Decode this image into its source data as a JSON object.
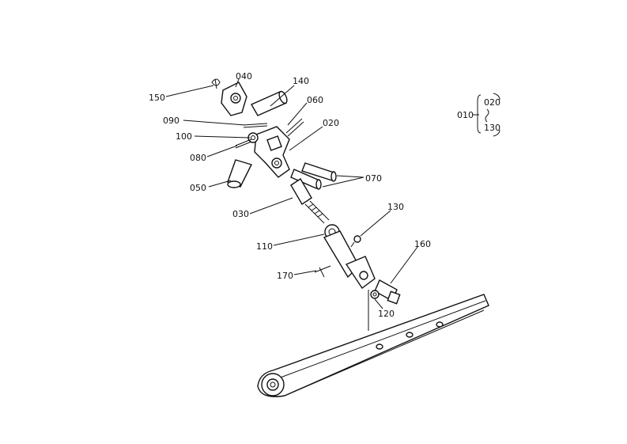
{
  "labels": {
    "l150": "150",
    "l040": "040",
    "l140": "140",
    "l060": "060",
    "l090": "090",
    "l020": "020",
    "l100": "100",
    "l080": "080",
    "l070": "070",
    "l050": "050",
    "l030": "030",
    "l130": "130",
    "l110": "110",
    "l160": "160",
    "l170": "170",
    "l120": "120"
  },
  "legend": {
    "main": "010",
    "top": "020",
    "bottom": "130"
  }
}
